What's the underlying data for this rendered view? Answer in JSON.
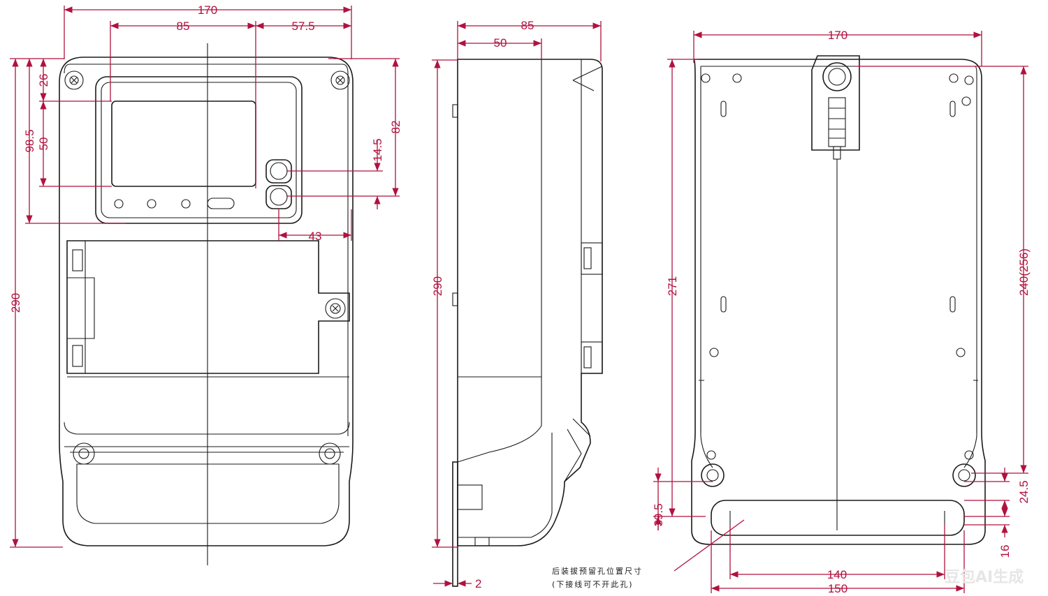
{
  "front_view": {
    "dims": {
      "width": "170",
      "display_width": "85",
      "offset_right": "57.5",
      "height": "290",
      "display_top": "98.5",
      "top_offset": "26",
      "display_height": "50",
      "buttons_height": "82",
      "button_spacing": "14.5",
      "button_offset": "43"
    }
  },
  "side_view": {
    "dims": {
      "depth": "85",
      "front_depth": "50",
      "height": "290",
      "plate": "2"
    }
  },
  "rear_view": {
    "dims": {
      "width": "170",
      "height": "271",
      "hole_spacing": "240(256)",
      "bottom_hole": "39.5",
      "slot_offset": "24.5",
      "slot_height": "16",
      "slot_inner": "140",
      "slot_outer": "150"
    },
    "note_line1": "后装拔预留孔位置尺寸",
    "note_line2": "(下接线可不开此孔)"
  },
  "watermark": "豆包AI生成"
}
